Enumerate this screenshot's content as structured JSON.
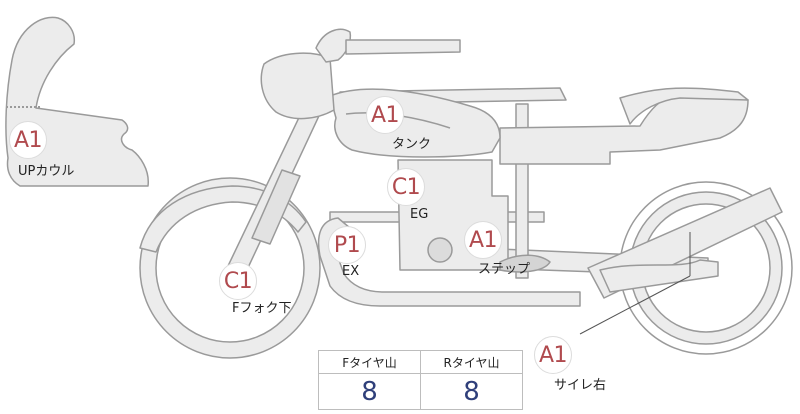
{
  "colors": {
    "part_fill": "#ececec",
    "part_stroke": "#9a9a9a",
    "badge_text": "#b04a4e",
    "value_text": "#2f3f7a"
  },
  "parts": [
    {
      "id": "upcowl",
      "grade": "A1",
      "label": "UPカウル"
    },
    {
      "id": "tank",
      "grade": "A1",
      "label": "タンク"
    },
    {
      "id": "engine",
      "grade": "C1",
      "label": "EG"
    },
    {
      "id": "exhaust",
      "grade": "P1",
      "label": "EX"
    },
    {
      "id": "step",
      "grade": "A1",
      "label": "ステップ"
    },
    {
      "id": "fork",
      "grade": "C1",
      "label": "Fフォク下"
    },
    {
      "id": "silencer",
      "grade": "A1",
      "label": "サイレ右"
    }
  ],
  "tires": {
    "front_label": "Fタイヤ山",
    "front_value": "8",
    "rear_label": "Rタイヤ山",
    "rear_value": "8"
  }
}
